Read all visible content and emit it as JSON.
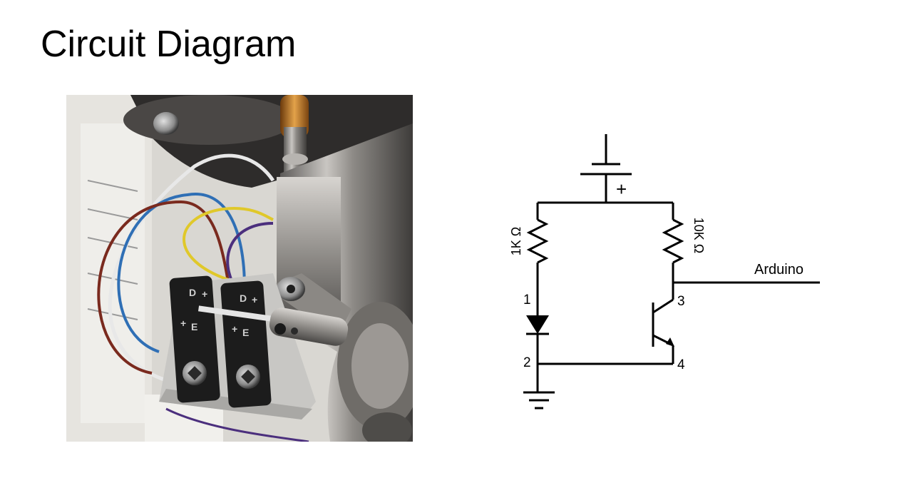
{
  "slide": {
    "title": "Circuit Diagram"
  },
  "photo": {
    "sensor_markings": {
      "left_top": "D",
      "left_plus": "+",
      "left_bottom_plus": "+",
      "left_bottom": "E",
      "right_top": "D",
      "right_plus": "+",
      "right_bottom_plus": "+",
      "right_bottom": "E"
    },
    "wire_colors": [
      "#e8e8e8",
      "#2f6fb5",
      "#7a2a1e",
      "#e0c82a",
      "#4b2f7d"
    ]
  },
  "circuit": {
    "resistor_left_label": "1K Ω",
    "resistor_right_label": "10K Ω",
    "supply_polarity": "+",
    "output_label": "Arduino",
    "node_1": "1",
    "node_2": "2",
    "node_3": "3",
    "node_4": "4"
  }
}
